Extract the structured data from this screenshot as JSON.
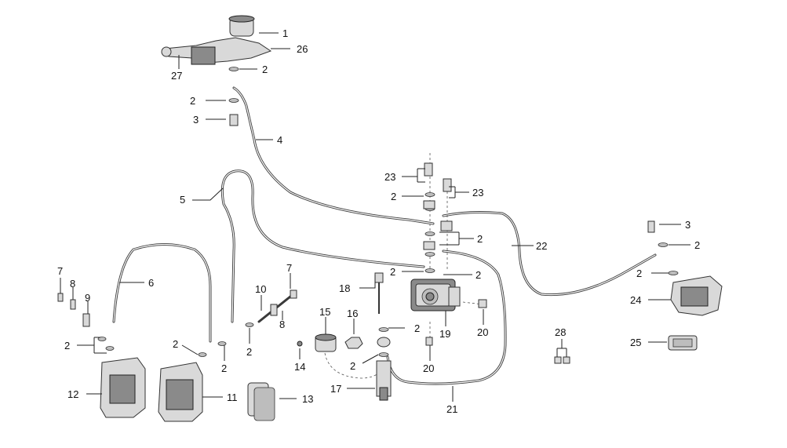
{
  "callouts": [
    {
      "id": "c1",
      "text": "1"
    },
    {
      "id": "c26",
      "text": "26"
    },
    {
      "id": "c27",
      "text": "27"
    },
    {
      "id": "c2a",
      "text": "2"
    },
    {
      "id": "c2b",
      "text": "2"
    },
    {
      "id": "c3a",
      "text": "3"
    },
    {
      "id": "c4",
      "text": "4"
    },
    {
      "id": "c5",
      "text": "5"
    },
    {
      "id": "c23a",
      "text": "23"
    },
    {
      "id": "c23b",
      "text": "23"
    },
    {
      "id": "c2c",
      "text": "2"
    },
    {
      "id": "c2d",
      "text": "2"
    },
    {
      "id": "c2e",
      "text": "2"
    },
    {
      "id": "c2f",
      "text": "2"
    },
    {
      "id": "c22",
      "text": "22"
    },
    {
      "id": "c3b",
      "text": "3"
    },
    {
      "id": "c2g",
      "text": "2"
    },
    {
      "id": "c2h",
      "text": "2"
    },
    {
      "id": "c24",
      "text": "24"
    },
    {
      "id": "c25",
      "text": "25"
    },
    {
      "id": "c7a",
      "text": "7"
    },
    {
      "id": "c8a",
      "text": "8"
    },
    {
      "id": "c9",
      "text": "9"
    },
    {
      "id": "c6",
      "text": "6"
    },
    {
      "id": "c2i",
      "text": "2"
    },
    {
      "id": "c12",
      "text": "12"
    },
    {
      "id": "c2j",
      "text": "2"
    },
    {
      "id": "c2k",
      "text": "2"
    },
    {
      "id": "c11",
      "text": "11"
    },
    {
      "id": "c10",
      "text": "10"
    },
    {
      "id": "c7b",
      "text": "7"
    },
    {
      "id": "c8b",
      "text": "8"
    },
    {
      "id": "c2l",
      "text": "2"
    },
    {
      "id": "c13",
      "text": "13"
    },
    {
      "id": "c18",
      "text": "18"
    },
    {
      "id": "c15",
      "text": "15"
    },
    {
      "id": "c16",
      "text": "16"
    },
    {
      "id": "c14",
      "text": "14"
    },
    {
      "id": "c2m",
      "text": "2"
    },
    {
      "id": "c2n",
      "text": "2"
    },
    {
      "id": "c17",
      "text": "17"
    },
    {
      "id": "c19",
      "text": "19"
    },
    {
      "id": "c20a",
      "text": "20"
    },
    {
      "id": "c20b",
      "text": "20"
    },
    {
      "id": "c21",
      "text": "21"
    },
    {
      "id": "c28",
      "text": "28"
    }
  ]
}
